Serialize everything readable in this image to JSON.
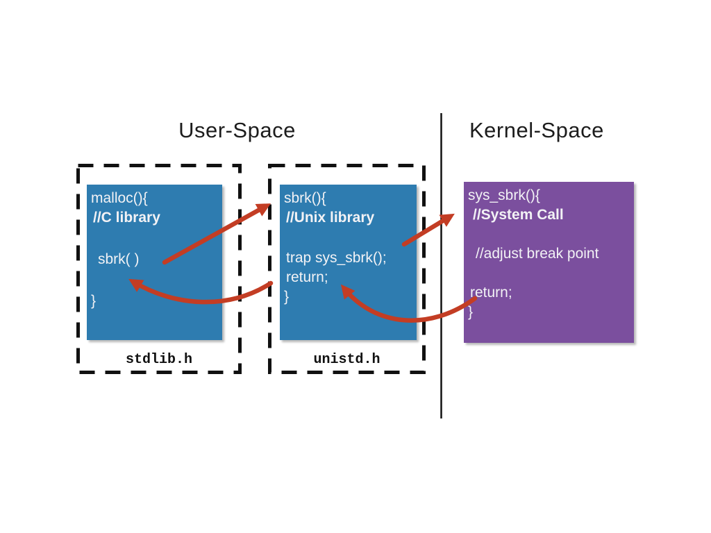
{
  "titles": {
    "user_space": "User-Space",
    "kernel_space": "Kernel-Space"
  },
  "user_space": {
    "malloc_box": {
      "line1": "malloc(){",
      "line2": "//C library",
      "line3": "sbrk( )",
      "line4": "}",
      "header_file": "stdlib.h"
    },
    "sbrk_box": {
      "line1": "sbrk(){",
      "line2": "//Unix library",
      "line3": "trap sys_sbrk();",
      "line4": "return;",
      "line5": "}",
      "header_file": "unistd.h"
    }
  },
  "kernel_space": {
    "sys_sbrk_box": {
      "line1": "sys_sbrk(){",
      "line2": "//System Call",
      "line3": "//adjust break point",
      "line4": "return;",
      "line5": "}"
    }
  },
  "colors": {
    "user_box_blue": "#2e7cb0",
    "kernel_box_purple": "#7b4f9e",
    "arrow_red": "#c33d24",
    "line_black": "#111111",
    "code_text_white": "#f2f2f5"
  },
  "connections": [
    {
      "from": "malloc sbrk( ) call",
      "to": "sbrk(){ entry",
      "style": "straight-arrow"
    },
    {
      "from": "sbrk trap sys_sbrk();",
      "to": "sys_sbrk(){ entry",
      "style": "straight-arrow"
    },
    {
      "from": "sys_sbrk return;",
      "to": "sbrk return;",
      "style": "curved-arrow"
    },
    {
      "from": "sbrk return;",
      "to": "malloc sbrk( ) call site",
      "style": "curved-arrow"
    }
  ]
}
